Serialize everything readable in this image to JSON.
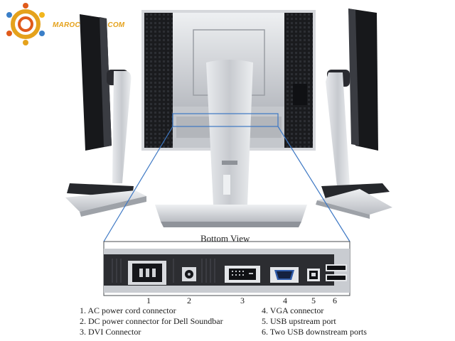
{
  "logo": {
    "text": "MAROCBIKHIR.COM"
  },
  "bottom_view": {
    "title": "Bottom View"
  },
  "port_numbers": [
    "1",
    "2",
    "3",
    "4",
    "5",
    "6"
  ],
  "legend": {
    "left": [
      "1. AC power cord connector",
      "2. DC power connector for Dell Soundbar",
      "3. DVI Connector"
    ],
    "right": [
      "4. VGA connector",
      "5. USB upstream port",
      "6. Two USB downstream ports"
    ]
  },
  "colors": {
    "accent_line": "#3d78c4",
    "logo_orange": "#e5a21c",
    "silver": "#c9ccd1"
  }
}
